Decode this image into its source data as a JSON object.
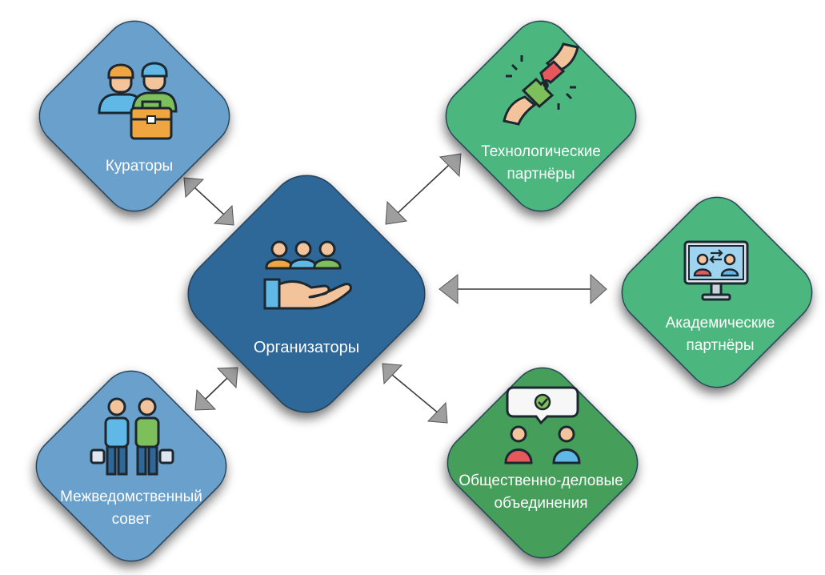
{
  "colors": {
    "central": "#2e6898",
    "blue_node": "#6aa0cc",
    "green_node": "#4cb77e",
    "green_node_dark": "#449e5a",
    "outline": "#243d52",
    "arrow_line": "#3a3a3a",
    "arrow_head": "#9e9e9e"
  },
  "nodes": {
    "central": {
      "label": "Организаторы",
      "icon": "team-hand-icon"
    },
    "curators": {
      "label": "Кураторы",
      "icon": "managers-briefcase-icon"
    },
    "tech_partners": {
      "label_line1": "Технологические",
      "label_line2": "партнёры",
      "icon": "puzzle-handshake-icon"
    },
    "academic_partners": {
      "label_line1": "Академические",
      "label_line2": "партнёры",
      "icon": "video-conference-icon"
    },
    "council": {
      "label_line1": "Межведомственный",
      "label_line2": "совет",
      "icon": "delegates-icon"
    },
    "public_orgs": {
      "label_line1": "Общественно-деловые",
      "label_line2": "объединения",
      "icon": "discussion-check-icon"
    }
  }
}
